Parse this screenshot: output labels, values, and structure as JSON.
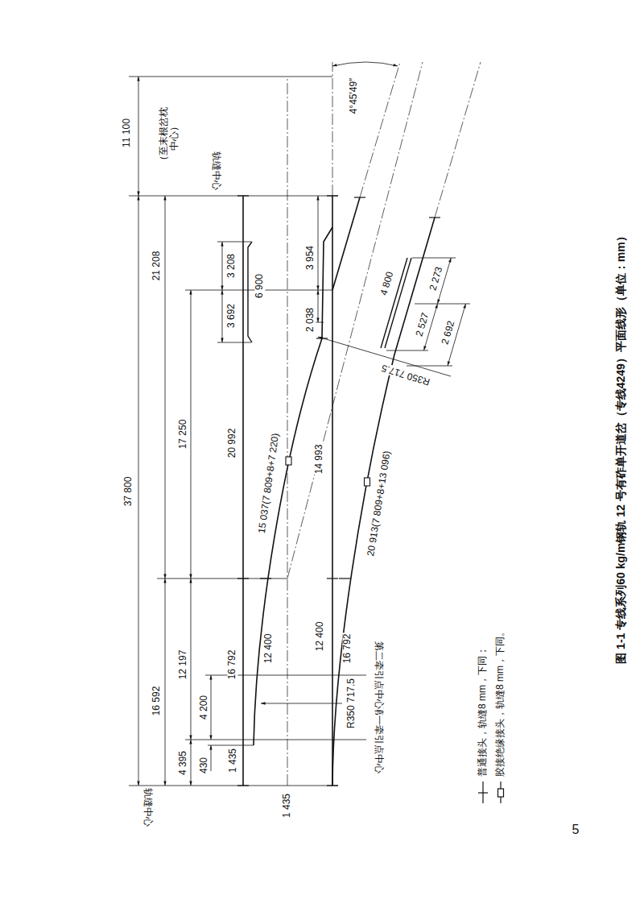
{
  "diagram": {
    "caption": "图 1-1 专线系列60 kg/m钢轨 12 号有砟单开道岔（专线4249）平面线形（单位：mm）",
    "labels": [
      "11 100",
      "（至末根岔枕中心）",
      "轨缝中心",
      "4°45′49″",
      "37 800",
      "21 208",
      "16 592",
      "17 250",
      "12 197",
      "4 395",
      "430",
      "4 200",
      "3 208",
      "3 692",
      "6 900",
      "20 992",
      "16 792",
      "12 400",
      "3 954",
      "2 038",
      "14 993",
      "12 400",
      "16 792",
      "15 037(7 809+8+7 220)",
      "20 913(7 809+8+13 096)",
      "R350 717.5",
      "R350 717.5",
      "4 800",
      "2 273",
      "2 527",
      "2 692",
      "第一牵引点中心",
      "第二牵引点中心",
      "轨缝中心",
      "1 435",
      "1 435",
      "5"
    ],
    "legend": [
      {
        "text": "普通接头，轨缝8 mm，下同；"
      },
      {
        "text": "胶接绝缘接头，轨缝8 mm，下同。"
      }
    ]
  }
}
